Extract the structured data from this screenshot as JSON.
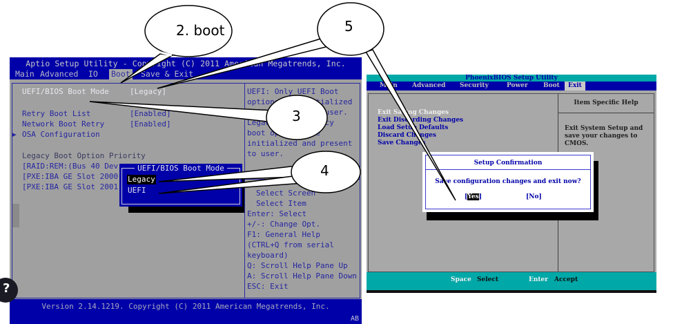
{
  "aptio": {
    "title": "Aptio Setup Utility - Copyright (C) 2011 American Megatrends, Inc.",
    "tabs": [
      {
        "label": "Main",
        "active": false
      },
      {
        "label": "Advanced",
        "active": false
      },
      {
        "label": "IO",
        "active": false
      },
      {
        "label": "Boot",
        "active": true
      },
      {
        "label": "Save & Exit",
        "active": false
      }
    ],
    "settings": [
      {
        "label": "UEFI/BIOS Boot Mode",
        "value": "[Legacy]",
        "highlighted": true
      },
      {
        "label": "Retry Boot List",
        "value": "[Enabled]"
      },
      {
        "label": "Network Boot Retry",
        "value": "[Enabled]"
      },
      {
        "label": "OSA Configuration",
        "submenu": true
      }
    ],
    "legacy_priority": {
      "heading": "Legacy Boot Option Priority",
      "items": [
        "[RAID:REM:(Bus 40 Dev",
        "[PXE:IBA GE Slot 2000",
        "[PXE:IBA GE Slot 2001"
      ]
    },
    "help": {
      "description_lines": [
        "UEFI: Only UEFI Boot",
        "options are initialized",
        "and presented to user.",
        "Legacy: Only legacy",
        "boot options are",
        "initialized and present",
        "to user."
      ],
      "keys": [
        "Select Screen",
        "Select Item",
        "Enter: Select",
        "+/-: Change Opt.",
        "F1: General Help",
        "(CTRL+Q from serial",
        "keyboard)",
        "Q: Scroll Help Pane Up",
        "A: Scroll Help Pane Down",
        "ESC: Exit"
      ]
    },
    "popup": {
      "title": "UEFI/BIOS Boot Mode",
      "options": [
        {
          "label": "Legacy",
          "selected": true
        },
        {
          "label": "UEFI",
          "selected": false
        }
      ]
    },
    "footer": {
      "version": "Version 2.14.1219. Copyright (C) 2011 American Megatrends, Inc.",
      "corner": "AB"
    }
  },
  "phoenix": {
    "title": "PhoenixBIOS Setup Utility",
    "menu": [
      {
        "label": "Main",
        "active": false
      },
      {
        "label": "Advanced",
        "active": false
      },
      {
        "label": "Security",
        "active": false
      },
      {
        "label": "Power",
        "active": false
      },
      {
        "label": "Boot",
        "active": false
      },
      {
        "label": "Exit",
        "active": true
      }
    ],
    "items": [
      {
        "label": "Exit Saving Changes",
        "current": true
      },
      {
        "label": "Exit Discarding Changes",
        "current": false
      },
      {
        "label": "Load Setup Defaults",
        "current": false
      },
      {
        "label": "Discard Changes",
        "current": false
      },
      {
        "label": "Save Changes",
        "current": false
      }
    ],
    "help": {
      "heading": "Item Specific Help",
      "text": "Exit System Setup and save your changes to CMOS."
    },
    "dialog": {
      "title": "Setup Confirmation",
      "message": "Save configuration changes and exit now?",
      "yes": "Yes",
      "no": "[No]"
    },
    "bottom_bar": [
      {
        "key": "Space",
        "action": "Select"
      },
      {
        "key": "Enter",
        "action": "Accept"
      }
    ]
  },
  "callouts": [
    {
      "label": "2. boot"
    },
    {
      "label": "5"
    },
    {
      "label": "3"
    },
    {
      "label": "4"
    }
  ],
  "colors": {
    "aptio_blue": "#0000a8",
    "aptio_gray": "#a0a0a0",
    "phoenix_teal": "#00a8a8",
    "phoenix_blue": "#0000a8",
    "phoenix_gray": "#a8a8a8"
  }
}
